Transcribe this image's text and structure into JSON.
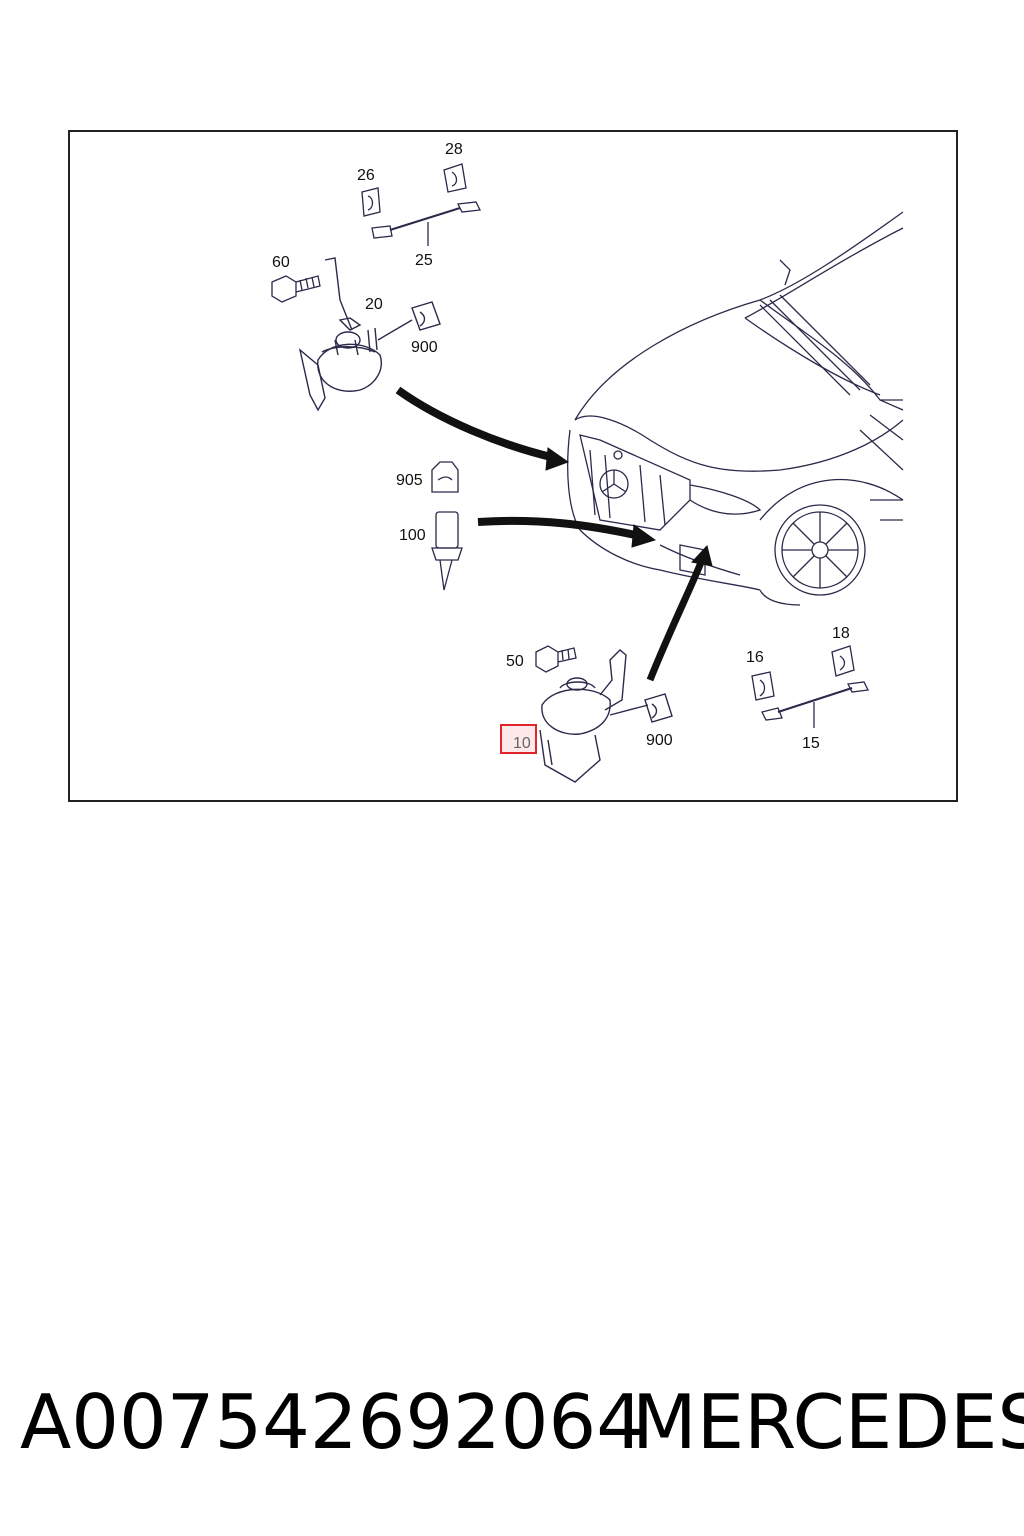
{
  "diagram": {
    "callouts": {
      "c26": "26",
      "c28": "28",
      "c25": "25",
      "c60": "60",
      "c20": "20",
      "c900a": "900",
      "c905": "905",
      "c100": "100",
      "c50": "50",
      "c10": "10",
      "c900b": "900",
      "c16": "16",
      "c18": "18",
      "c15": "15"
    },
    "highlight_color": "#e0252b",
    "highlight_fill": "#fde8ea",
    "line_color": "#1c1c3a"
  },
  "footer": {
    "part_number": "A007542692064",
    "brand": "MERCEDES"
  }
}
